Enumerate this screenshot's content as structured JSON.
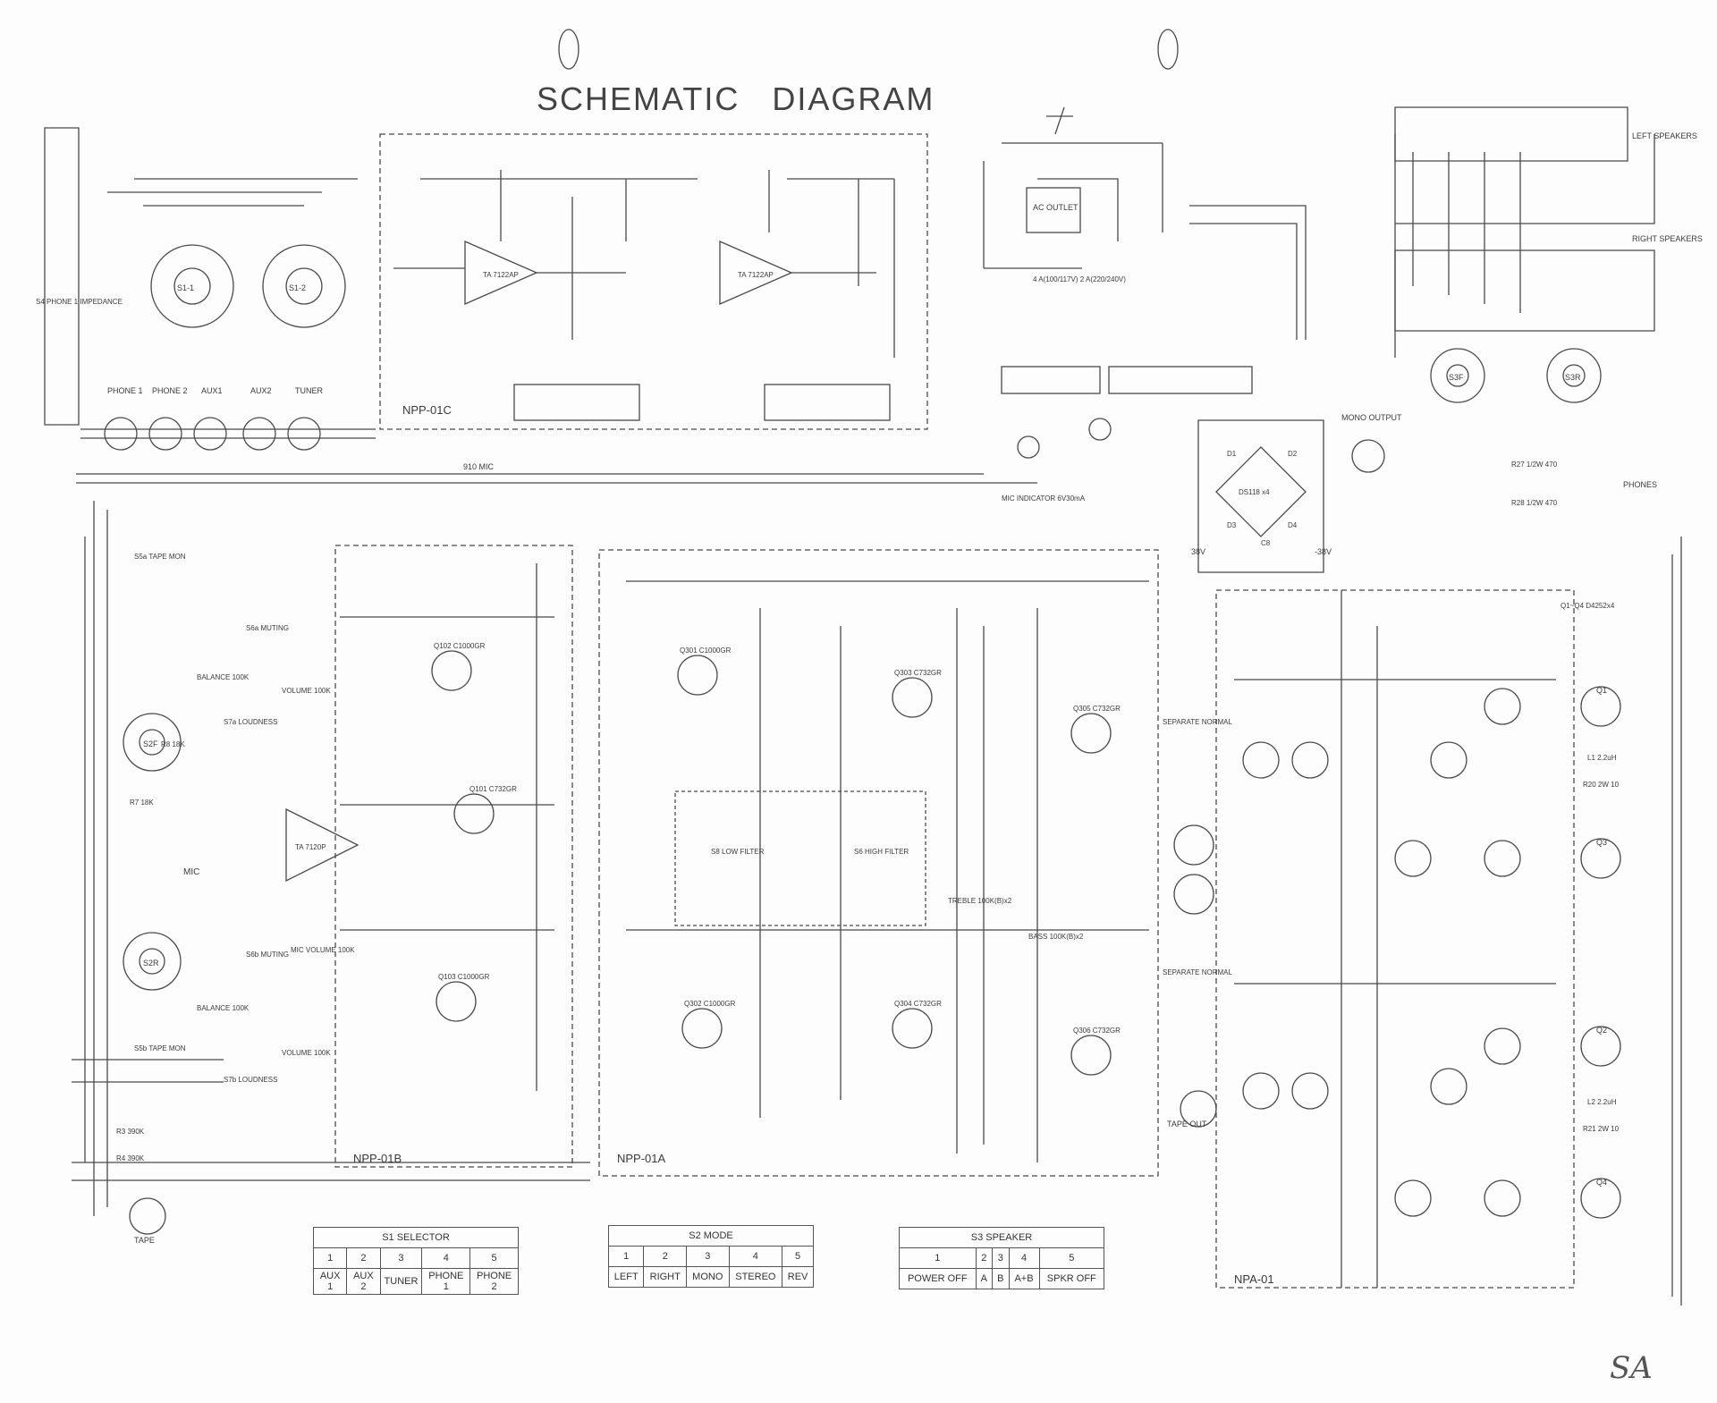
{
  "title": "SCHEMATIC   DIAGRAM",
  "signature": "SA",
  "boards": {
    "preamp_c": "NPP-01C",
    "preamp_b": "NPP-01B",
    "preamp_a": "NPP-01A",
    "power_amp": "NPA-01"
  },
  "connectors": {
    "phone1": "PHONE 1",
    "phone2": "PHONE 2",
    "aux1": "AUX1",
    "aux2": "AUX2",
    "tuner": "TUNER",
    "tape": "TAPE",
    "mic": "MIC",
    "ac_outlet": "AC OUTLET",
    "left_speakers": "LEFT SPEAKERS",
    "right_speakers": "RIGHT SPEAKERS",
    "phones": "PHONES",
    "mono_output": "MONO OUTPUT",
    "tape_out": "TAPE OUT",
    "phone_impedance": "S4 PHONE 1 IMPEDANCE",
    "mic_indicator": "MIC INDICATOR 6V30mA",
    "mic_ref": "910 MIC"
  },
  "part_labels": {
    "s1l": "S1-1",
    "s1r": "S1-2",
    "s2f": "S2F",
    "s2r": "S2R",
    "s3f": "S3F",
    "s3r": "S3R",
    "ic1": "TA 7122AP",
    "ic2": "TA 7122AP",
    "ic3": "TA 7120P",
    "q102": "Q102 C1000GR",
    "q101": "Q101 C732GR",
    "q103": "Q103 C1000GR",
    "q301": "Q301 C1000GR",
    "q303": "Q303 C732GR",
    "q305": "Q305 C732GR",
    "q302": "Q302 C1000GR",
    "q304": "Q304 C732GR",
    "q306": "Q306 C732GR",
    "low_filter": "S8 LOW FILTER",
    "high_filter": "S6 HIGH FILTER",
    "treble": "TREBLE 100K(B)x2",
    "bass": "BASS 100K(B)x2",
    "ds": "DS118 x4",
    "fuse": "4 A(100/117V) 2 A(220/240V)",
    "v38": "38V",
    "v38n": "-38V",
    "c8": "C8",
    "d1": "D1",
    "d2": "D2",
    "d3": "D3",
    "d4": "D4",
    "q1": "Q1",
    "q2": "Q2",
    "q3": "Q3",
    "q4": "Q4",
    "l1": "L1 2.2uH",
    "l2": "L2 2.2uH",
    "r20": "R20 2W 10",
    "r21": "R21 2W 10",
    "tape_mon": "S5a TAPE MON",
    "tape_mon2": "S5b TAPE MON",
    "muting": "S6a MUTING",
    "muting2": "S6b MUTING",
    "loudness": "S7a LOUDNESS",
    "loudness2": "S7b LOUDNESS",
    "balance": "BALANCE 100K",
    "balance2": "BALANCE 100K",
    "volume": "VOLUME 100K",
    "volume2": "VOLUME 100K",
    "mic_volume": "MIC VOLUME 100K",
    "r7": "R7 18K",
    "r8": "R8 18K",
    "r3": "R3 390K",
    "r4": "R4 390K",
    "r27": "R27 1/2W 470",
    "r28": "R28 1/2W 470",
    "q_out": "Q1~Q4 D4252x4",
    "separate_normal": "SEPARATE NORMAL",
    "separate_normal2": "SEPARATE NORMAL"
  },
  "tables": {
    "s1": {
      "caption": "S1   SELECTOR",
      "positions": [
        "1",
        "2",
        "3",
        "4",
        "5"
      ],
      "values": [
        "AUX 1",
        "AUX 2",
        "TUNER",
        "PHONE 1",
        "PHONE 2"
      ]
    },
    "s2": {
      "caption": "S2   MODE",
      "positions": [
        "1",
        "2",
        "3",
        "4",
        "5"
      ],
      "values": [
        "LEFT",
        "RIGHT",
        "MONO",
        "STEREO",
        "REV"
      ]
    },
    "s3": {
      "caption": "S3   SPEAKER",
      "positions": [
        "1",
        "2",
        "3",
        "4",
        "5"
      ],
      "values": [
        "POWER OFF",
        "A",
        "B",
        "A+B",
        "SPKR OFF"
      ]
    }
  }
}
